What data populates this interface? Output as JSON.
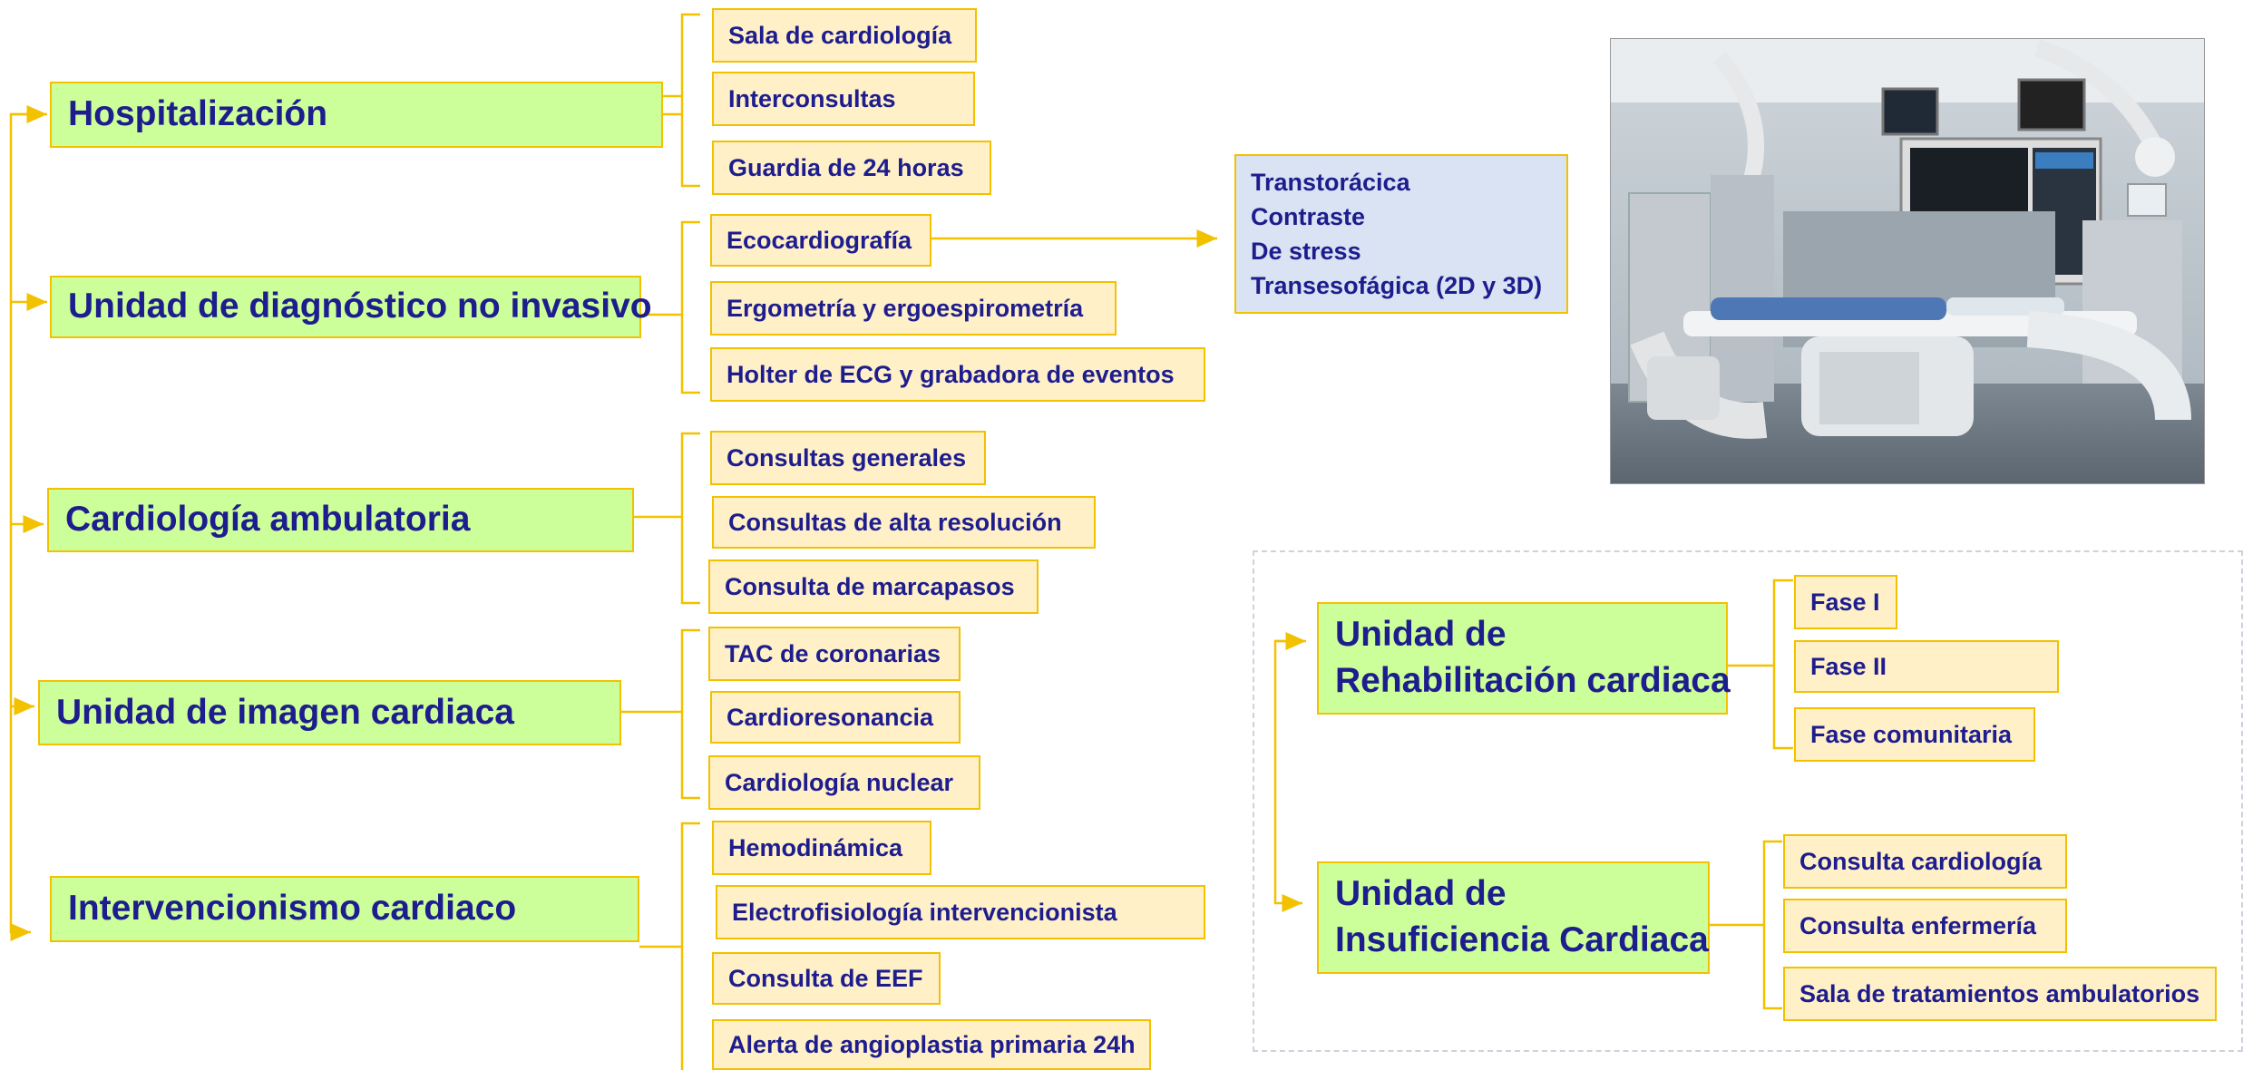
{
  "colors": {
    "main_fill": "#ccff99",
    "sub_fill": "#fff0c8",
    "info_fill": "#d9e3f3",
    "border": "#f2c100",
    "text": "#1d1d8e"
  },
  "units": [
    {
      "title": "Hospitalización",
      "items": [
        "Sala de cardiología",
        "Interconsultas",
        "Guardia de 24 horas"
      ]
    },
    {
      "title": "Unidad de diagnóstico no invasivo",
      "items": [
        "Ecocardiografía",
        "Ergometría y ergoespirometría",
        "Holter de ECG y grabadora de eventos"
      ]
    },
    {
      "title": "Cardiología ambulatoria",
      "items": [
        "Consultas generales",
        "Consultas de alta resolución",
        "Consulta de marcapasos"
      ]
    },
    {
      "title": "Unidad de imagen cardiaca",
      "items": [
        "TAC de coronarias",
        "Cardioresonancia",
        "Cardiología nuclear"
      ]
    },
    {
      "title": "Intervencionismo cardiaco",
      "items": [
        "Hemodinámica",
        "Electrofisiología intervencionista",
        "Consulta de EEF",
        "Alerta de angioplastia primaria 24h"
      ]
    }
  ],
  "echo_types": [
    "Transtorácica",
    "Contraste",
    "De stress",
    "Transesofágica (2D y 3D)"
  ],
  "rehab": {
    "line1": "Unidad de",
    "line2": "Rehabilitación cardiaca",
    "items": [
      "Fase I",
      "Fase II",
      "Fase comunitaria"
    ]
  },
  "ic": {
    "line1": "Unidad de",
    "line2": "Insuficiencia Cardiaca",
    "items": [
      "Consulta cardiología",
      "Consulta enfermería",
      "Sala de tratamientos ambulatorios"
    ]
  }
}
